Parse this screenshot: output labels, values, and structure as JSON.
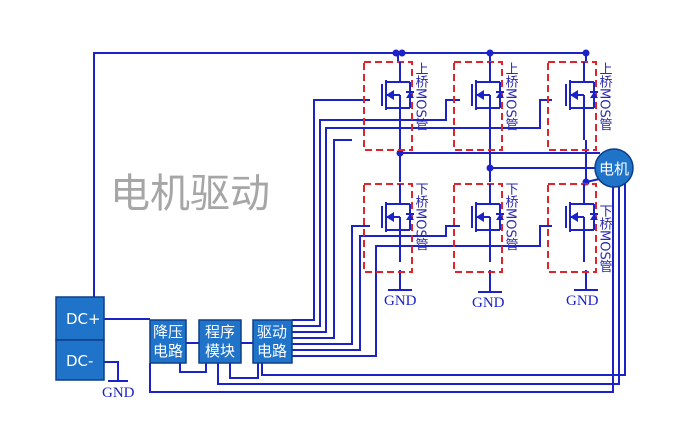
{
  "title": "电机驱动",
  "blocks": {
    "dc_plus": "DC+",
    "dc_minus": "DC-",
    "buck_line1": "降压",
    "buck_line2": "电路",
    "program_line1": "程序",
    "program_line2": "模块",
    "driver_line1": "驱动",
    "driver_line2": "电路"
  },
  "motor": "电机",
  "mosfets": {
    "upper_label": "上桥MOS管",
    "lower_label": "下桥MOS管"
  },
  "ground_label": "GND",
  "colors": {
    "wire": "#1a22c8",
    "block_fill": "#1f73c9",
    "dashed_box": "#e0242a",
    "title_text": "#a6a6a6"
  }
}
